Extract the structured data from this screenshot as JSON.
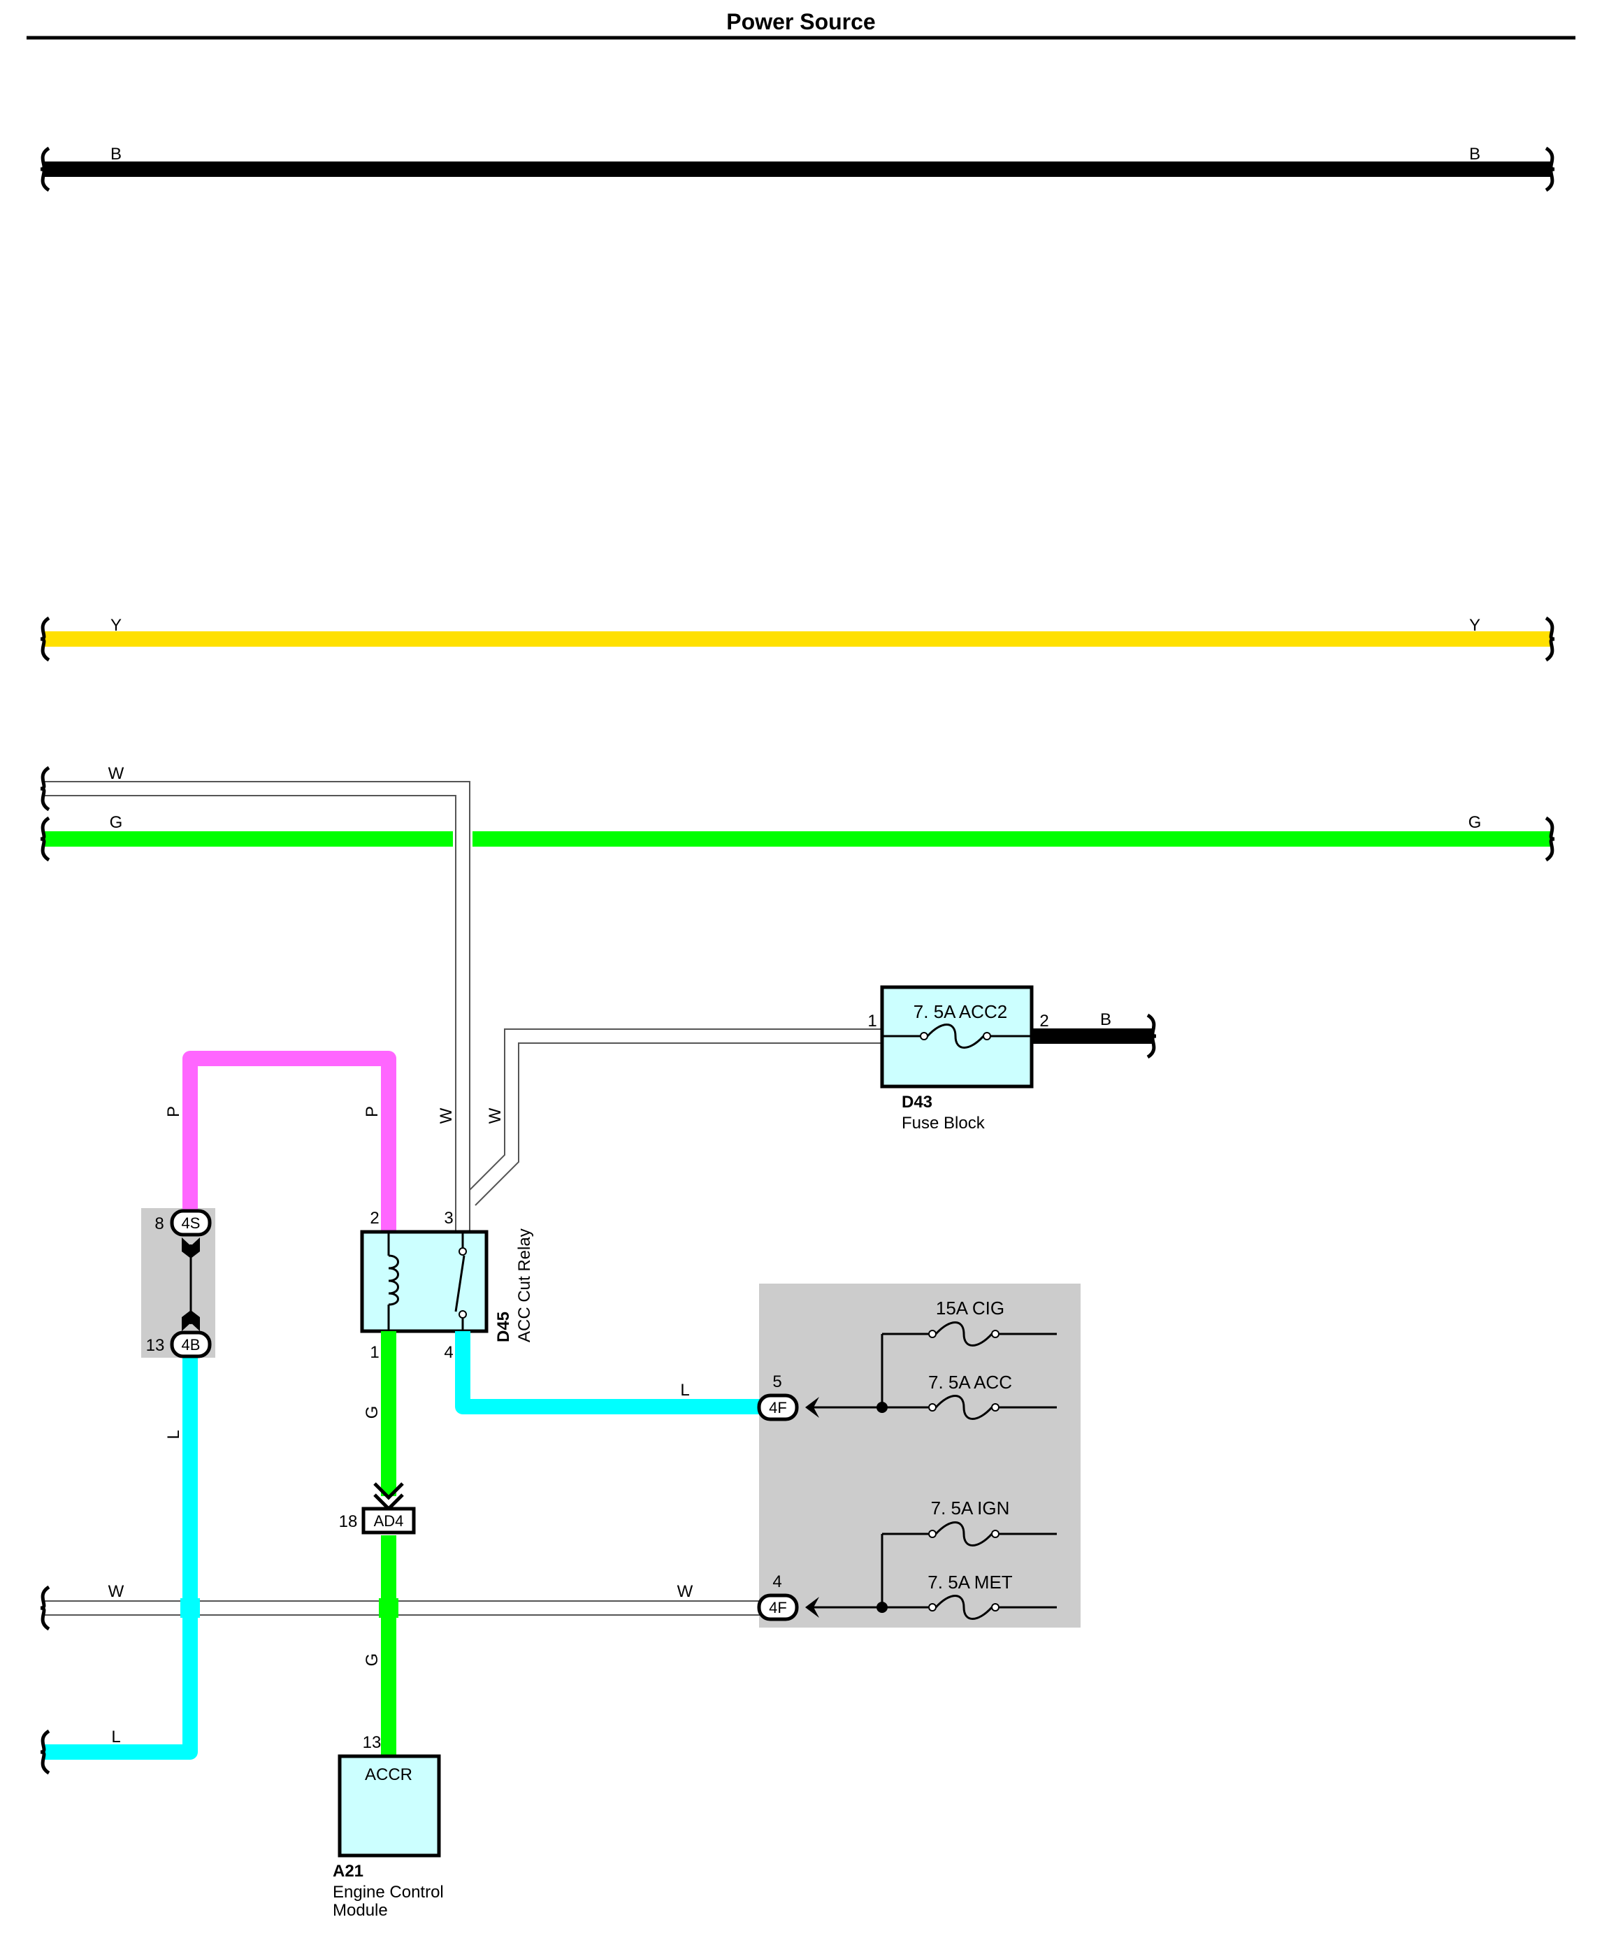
{
  "page": {
    "title": "Power Source"
  },
  "colors": {
    "B": "#000000",
    "Y": "#ffe000",
    "G": "#00ff00",
    "P": "#ff66ff",
    "L": "#00ffff",
    "W": "#ffffff",
    "component_fill": "#ccffff",
    "junction_bg": "#cccccc"
  },
  "buses": {
    "b": {
      "left_label": "B",
      "right_label": "B"
    },
    "y": {
      "left_label": "Y",
      "right_label": "Y"
    },
    "w_top": {
      "left_label": "W"
    },
    "g": {
      "left_label": "G",
      "right_label": "G"
    },
    "w_bottom": {
      "left_label": "W",
      "mid_label": "W"
    },
    "l_bottom": {
      "left_label": "L"
    }
  },
  "wires": {
    "p_left": "P",
    "p_right": "P",
    "w_relay_1": "W",
    "w_relay_2": "W",
    "b_fuse_out": "B",
    "l_relay_out": "L",
    "l_left": "L",
    "g_relay": "G",
    "g_ecm": "G"
  },
  "components": {
    "fuse_block": {
      "code": "D43",
      "name": "Fuse Block",
      "fuse": "7. 5A ACC2",
      "pin_in": "1",
      "pin_out": "2"
    },
    "relay": {
      "code": "D45",
      "name": "ACC Cut Relay",
      "pins": {
        "p2": "2",
        "p3": "3",
        "p1": "1",
        "p4": "4"
      }
    },
    "ecm": {
      "code": "A21",
      "name_line1": "Engine Control",
      "name_line2": "Module",
      "terminal": "ACCR",
      "pin": "13"
    },
    "junction_block": {
      "fuses": [
        "15A CIG",
        "7. 5A ACC",
        "7. 5A IGN",
        "7. 5A MET"
      ],
      "conn_upper": {
        "label": "4F",
        "pin": "5"
      },
      "conn_lower": {
        "label": "4F",
        "pin": "4"
      }
    }
  },
  "connectors": {
    "c4s": {
      "label": "4S",
      "pin": "8"
    },
    "c4b": {
      "label": "4B",
      "pin": "13"
    },
    "ad4": {
      "label": "AD4",
      "pin": "18"
    }
  }
}
